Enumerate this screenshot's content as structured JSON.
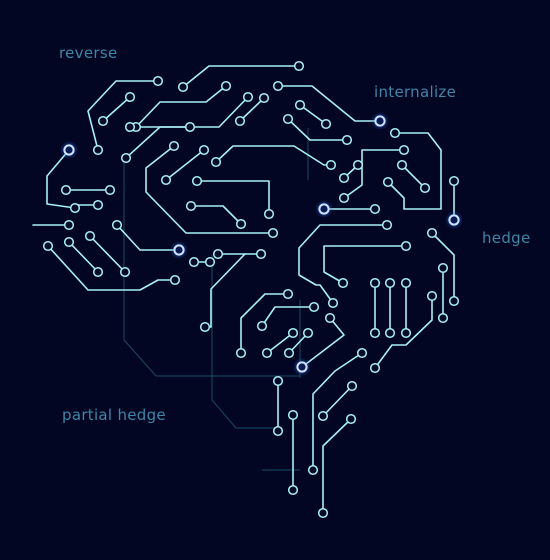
{
  "labels": {
    "reverse": "reverse",
    "internalize": "internalize",
    "hedge": "hedge",
    "partial_hedge": "partial hedge"
  },
  "colors": {
    "background": "#020622",
    "circuit": "#a8f0f4",
    "node_fill": "#030a2a",
    "glow": "#2f7bff",
    "faint_line": "#1f5670",
    "label": "#3f86a6"
  }
}
